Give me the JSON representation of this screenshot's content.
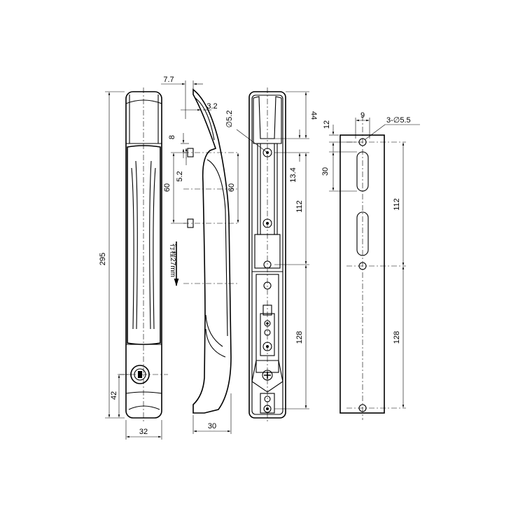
{
  "dimensions": {
    "front_width": "32",
    "total_height": "295",
    "key_height": "42",
    "stroke_label": "行程27mm",
    "side_offset_top": "7.7",
    "side_tip": "3.2",
    "side_pin_gap": "8",
    "side_pin_dia": "5.2",
    "side_pin_pitch": "60",
    "side_pin_pitch_b": "60",
    "side_depth": "30",
    "back_hole": "5.2",
    "back_top": "44",
    "back_gap": "13.4",
    "back_pitch_1": "112",
    "back_pitch_2": "128",
    "plate_width": "9",
    "plate_holes": "3-",
    "plate_hole_dia": "5.5",
    "plate_top": "12",
    "plate_slot": "30",
    "plate_pitch_1": "112",
    "plate_pitch_2": "128"
  }
}
